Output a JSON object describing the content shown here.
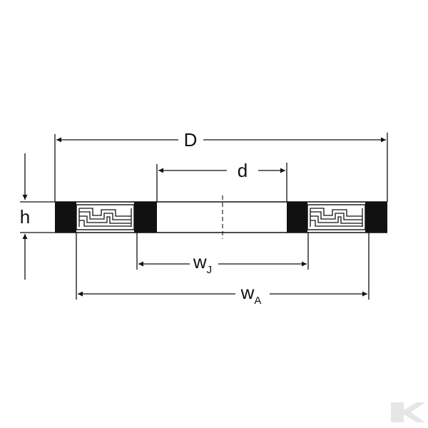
{
  "diagram": {
    "labels": {
      "outer_diameter": "D",
      "inner_diameter": "d",
      "height": "h",
      "inner_width_main": "w",
      "inner_width_sub": "J",
      "outer_width_main": "w",
      "outer_width_sub": "A"
    },
    "colors": {
      "ink": "#111111",
      "background": "#ffffff",
      "watermark": "#e6e6e6"
    }
  }
}
